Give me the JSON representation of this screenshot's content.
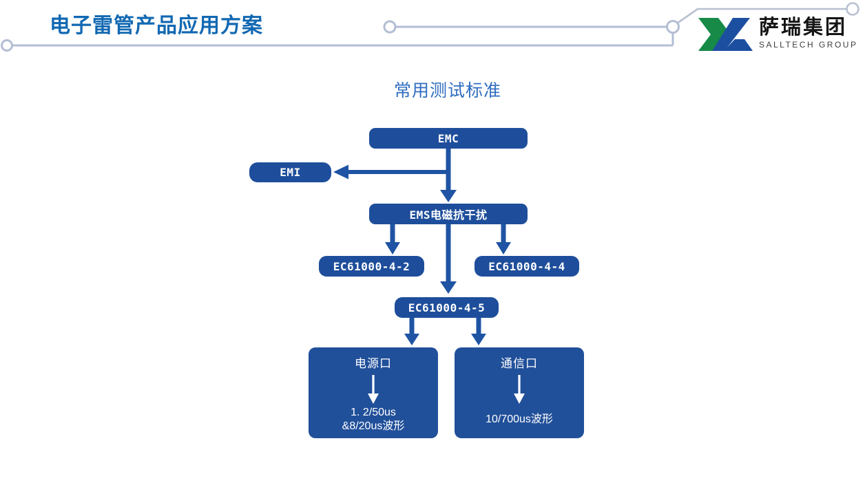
{
  "slide": {
    "title": "电子雷管产品应用方案"
  },
  "logo": {
    "company_name": "萨瑞集团",
    "company_subtitle": "SALLTECH GROUP"
  },
  "diagram": {
    "heading": "常用测试标准",
    "nodes": {
      "emc": {
        "label": "EMC"
      },
      "emi": {
        "label": "EMI"
      },
      "ems": {
        "label": "EMS电磁抗干扰"
      },
      "ec_4_2": {
        "label": "EC61000-4-2"
      },
      "ec_4_4": {
        "label": "EC61000-4-4"
      },
      "ec_4_5": {
        "label": "EC61000-4-5"
      },
      "power_port": {
        "label": "电源口",
        "detail_line1": "1. 2/50us",
        "detail_line2": "&8/20us波形"
      },
      "comm_port": {
        "label": "通信口",
        "detail_line1": "10/700us波形"
      }
    }
  },
  "colors": {
    "slide_title": "#1168b2",
    "diagram_heading": "#2e6cc0",
    "node_fill": "#1e4e9b",
    "big_node_fill": "#21509a",
    "arrow": "#1f53a3",
    "decor_line": "#b3bdd4",
    "logo_green": "#178a48",
    "logo_blue": "#1d4fa1"
  }
}
